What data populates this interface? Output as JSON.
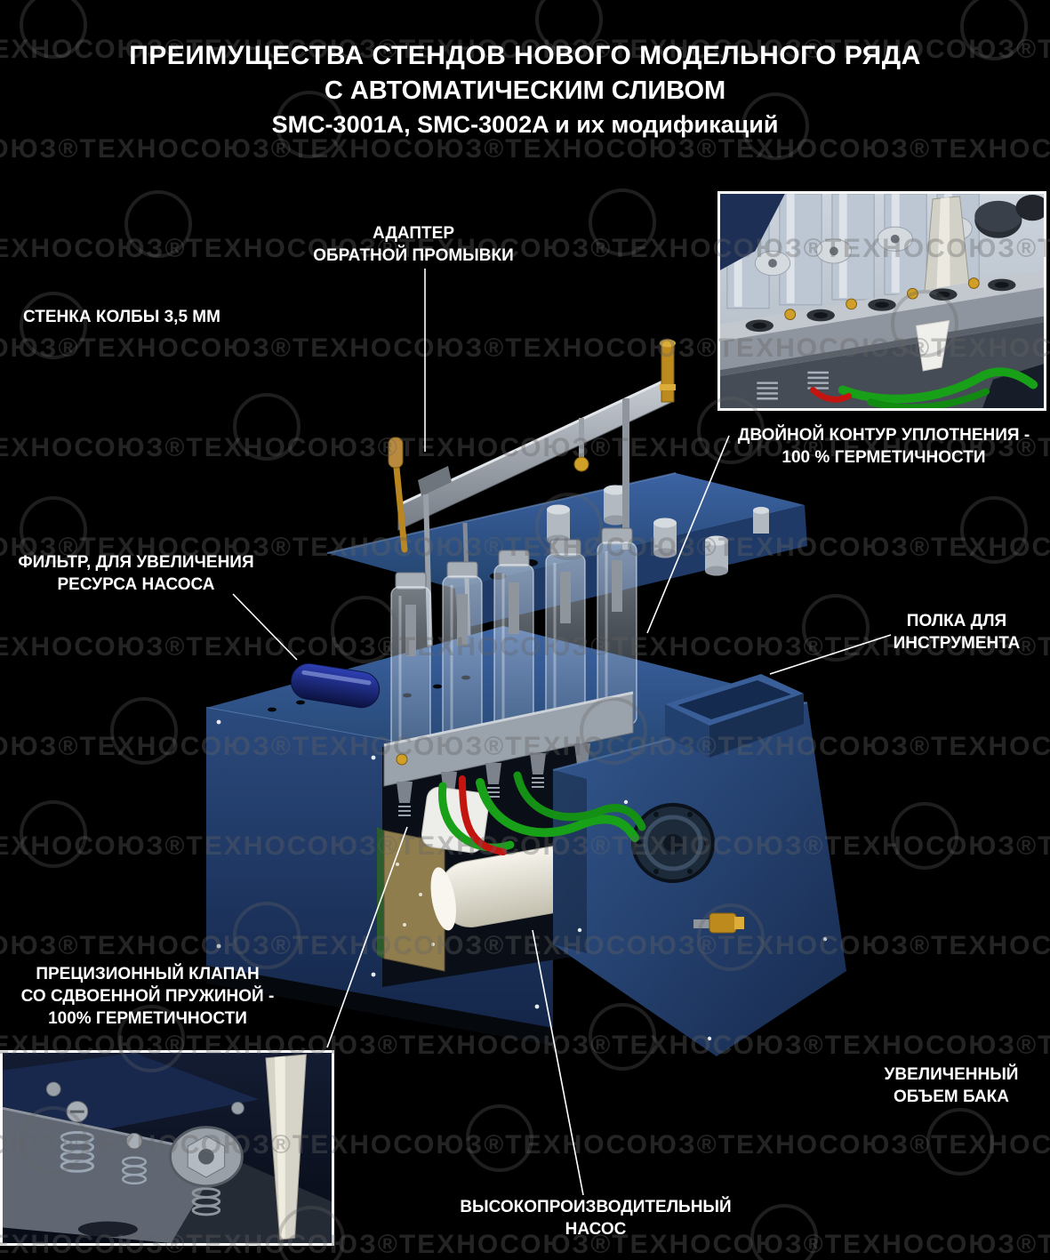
{
  "title": {
    "line1": "ПРЕИМУЩЕСТВА СТЕНДОВ НОВОГО МОДЕЛЬНОГО РЯДА",
    "line2": "С АВТОМАТИЧЕСКИМ СЛИВОМ",
    "line3": "SMC-3001A, SMC-3002A и их модификаций"
  },
  "labels": {
    "adapter": "АДАПТЕР\nОБРАТНОЙ ПРОМЫВКИ",
    "flask_wall": "СТЕНКА КОЛБЫ 3,5 ММ",
    "filter": "ФИЛЬТР, ДЛЯ УВЕЛИЧЕНИЯ\nРЕСУРСА НАСОСА",
    "double_seal": "ДВОЙНОЙ КОНТУР УПЛОТНЕНИЯ -\n100 % ГЕРМЕТИЧНОСТИ",
    "tool_shelf": "ПОЛКА ДЛЯ\nИНСТРУМЕНТА",
    "precision_valve": "ПРЕЦИЗИОННЫЙ КЛАПАН\nСО СДВОЕННОЙ ПРУЖИНОЙ -\n100% ГЕРМЕТИЧНОСТИ",
    "tank": "УВЕЛИЧЕННЫЙ\nОБЪЕМ БАКА",
    "pump": "ВЫСОКОПРОИЗВОДИТЕЛЬНЫЙ\nНАСОС"
  },
  "watermark": {
    "brand": "ТЕХНОСОЮЗ",
    "row": "ТЕХНОСОЮЗ®ТЕХНОСОЮЗ®ТЕХНОСОЮЗ®ТЕХНОСОЮЗ®ТЕХНОСОЮЗ®ТЕХНОСОЮЗ®ТЕХНОСОЮЗ®ТЕХНОСОЮЗ®"
  },
  "colors": {
    "background": "#000000",
    "machine_blue": "#2b4d82",
    "hose_green": "#18a018",
    "hose_red": "#c41410",
    "brass": "#bd8a1e",
    "label_text": "#ffffff"
  }
}
